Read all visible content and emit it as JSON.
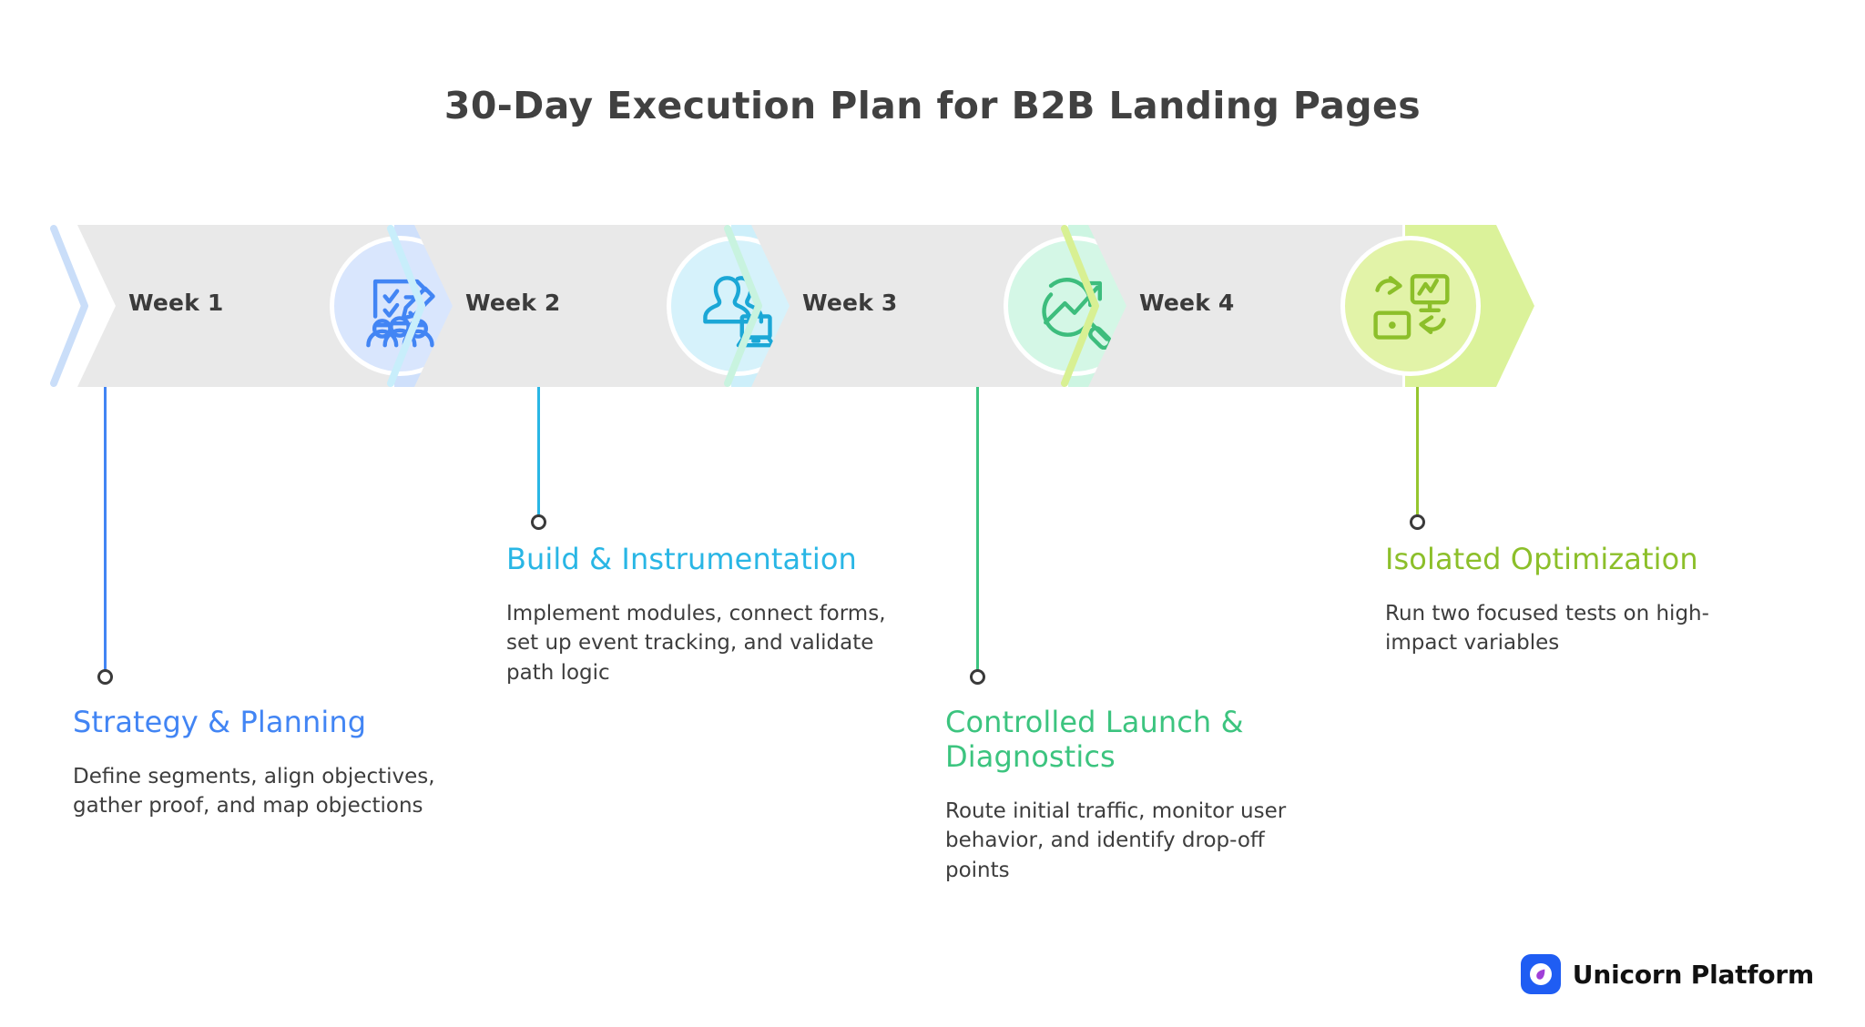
{
  "title": "30-Day Execution Plan for B2B Landing Pages",
  "colors": {
    "title_text": "#414141",
    "chevron_body": "#e9e9e9",
    "week_label_text": "#3b3b3b",
    "body_text": "#3d3d3d",
    "ring_stroke": "#3a3a3a",
    "logo_mark_bg": "#1f5df3",
    "logo_drop": "#a03fd8",
    "logo_text": "#111111"
  },
  "stages": [
    {
      "week_label": "Week 1",
      "title": "Strategy & Planning",
      "body": "Define segments, align objectives, gather proof, and map objections",
      "icon": "clipboard-checklist-pencil-people-icon",
      "accent": "#4285f4",
      "tail_fill": "#cfe0fb",
      "badge_fill": "#d9e6fd",
      "accent_stripe": "#cadef9",
      "title_color": "#4285f4",
      "connector_color": "#4285f4"
    },
    {
      "week_label": "Week 2",
      "title": "Build & Instrumentation",
      "body": "Implement modules, connect forms, set up event tracking, and validate path logic",
      "icon": "users-laptop-icon",
      "accent": "#1ba7d6",
      "tail_fill": "#cdeffa",
      "badge_fill": "#d6f2fb",
      "accent_stripe": "#c8eefb",
      "title_color": "#29b6e5",
      "connector_color": "#29b6e5"
    },
    {
      "week_label": "Week 3",
      "title": "Controlled Launch & Diagnostics",
      "body": "Route initial traffic, monitor user behavior, and identify drop-off points",
      "icon": "magnifier-trend-arrow-icon",
      "accent": "#3dbd7d",
      "tail_fill": "#cdf5e2",
      "badge_fill": "#d4f7e6",
      "accent_stripe": "#c8f3df",
      "title_color": "#3cc47f",
      "connector_color": "#3cc47f"
    },
    {
      "week_label": "Week 4",
      "title": "Isolated Optimization",
      "body": "Run two focused tests on high-impact variables",
      "icon": "ab-test-screens-arrows-icon",
      "accent": "#8cbf2a",
      "tail_fill": "#dbf29a",
      "badge_fill": "#e2f3a8",
      "accent_stripe": "#d8f093",
      "title_color": "#8cbf2a",
      "connector_color": "#95c62f"
    }
  ],
  "footer": {
    "brand_name": "Unicorn Platform",
    "logo_icon": "unicorn-platform-logo-icon"
  }
}
